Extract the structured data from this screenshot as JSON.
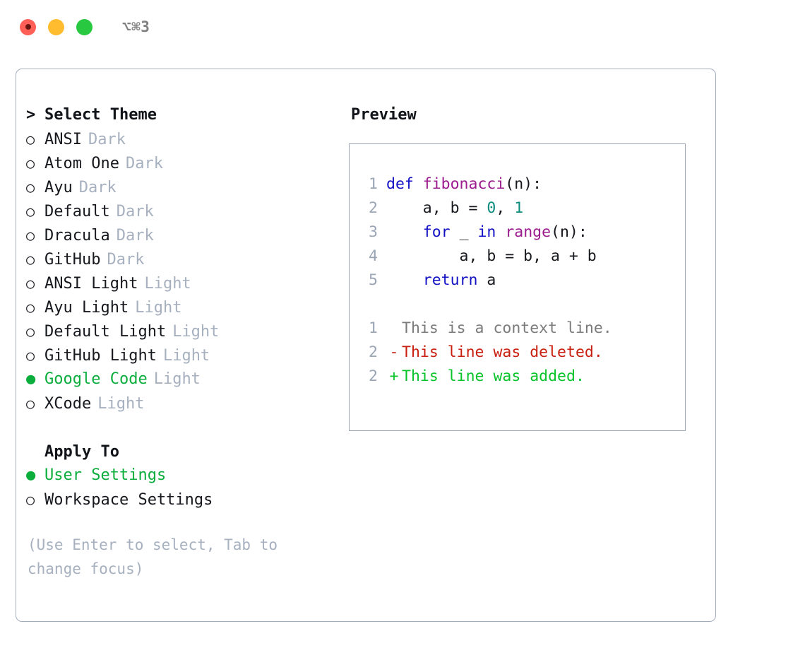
{
  "window": {
    "shortcut": "⌥⌘3",
    "traffic_lights": [
      {
        "name": "close",
        "color": "#ff5f57"
      },
      {
        "name": "minimize",
        "color": "#febc2e"
      },
      {
        "name": "maximize",
        "color": "#28c840"
      }
    ]
  },
  "theme_picker": {
    "heading": "Select Theme",
    "caret": ">",
    "bullet_selected": "●",
    "bullet_unselected": "○",
    "items": [
      {
        "name": "ANSI",
        "tag": "Dark",
        "selected": false
      },
      {
        "name": "Atom One",
        "tag": "Dark",
        "selected": false
      },
      {
        "name": "Ayu",
        "tag": "Dark",
        "selected": false
      },
      {
        "name": "Default",
        "tag": "Dark",
        "selected": false
      },
      {
        "name": "Dracula",
        "tag": "Dark",
        "selected": false
      },
      {
        "name": "GitHub",
        "tag": "Dark",
        "selected": false
      },
      {
        "name": "ANSI Light",
        "tag": "Light",
        "selected": false
      },
      {
        "name": "Ayu Light",
        "tag": "Light",
        "selected": false
      },
      {
        "name": "Default Light",
        "tag": "Light",
        "selected": false
      },
      {
        "name": "GitHub Light",
        "tag": "Light",
        "selected": false
      },
      {
        "name": "Google Code",
        "tag": "Light",
        "selected": true
      },
      {
        "name": "XCode",
        "tag": "Light",
        "selected": false
      }
    ]
  },
  "apply_to": {
    "heading": "Apply To",
    "options": [
      {
        "name": "User Settings",
        "selected": true
      },
      {
        "name": "Workspace Settings",
        "selected": false
      }
    ]
  },
  "hint": "(Use Enter to select, Tab to change focus)",
  "preview": {
    "title": "Preview",
    "code_lines": [
      {
        "num": "1",
        "tokens": [
          {
            "t": "def ",
            "c": "kw"
          },
          {
            "t": "fibonacci",
            "c": "fn"
          },
          {
            "t": "(n):",
            "c": "txt"
          }
        ]
      },
      {
        "num": "2",
        "tokens": [
          {
            "t": "    a, b = ",
            "c": "txt"
          },
          {
            "t": "0",
            "c": "num"
          },
          {
            "t": ", ",
            "c": "txt"
          },
          {
            "t": "1",
            "c": "num"
          }
        ]
      },
      {
        "num": "3",
        "tokens": [
          {
            "t": "    ",
            "c": "txt"
          },
          {
            "t": "for",
            "c": "kw"
          },
          {
            "t": " _ ",
            "c": "txt"
          },
          {
            "t": "in",
            "c": "kw"
          },
          {
            "t": " ",
            "c": "txt"
          },
          {
            "t": "range",
            "c": "fn"
          },
          {
            "t": "(n):",
            "c": "txt"
          }
        ]
      },
      {
        "num": "4",
        "tokens": [
          {
            "t": "        a, b = b, a + b",
            "c": "txt"
          }
        ]
      },
      {
        "num": "5",
        "tokens": [
          {
            "t": "    ",
            "c": "txt"
          },
          {
            "t": "return",
            "c": "kw"
          },
          {
            "t": " a",
            "c": "txt"
          }
        ]
      }
    ],
    "diff_lines": [
      {
        "num": "1",
        "mark": "",
        "text": "This is a context line.",
        "kind": "ctx"
      },
      {
        "num": "2",
        "mark": "-",
        "text": "This line was deleted.",
        "kind": "del"
      },
      {
        "num": "2",
        "mark": "+",
        "text": "This line was added.",
        "kind": "add"
      }
    ]
  },
  "colors": {
    "accent_green": "#0bad3d",
    "muted": "#a7b0bf",
    "border": "#a3aebd",
    "keyword": "#1212c4",
    "function": "#9b1c8e",
    "number": "#0d8c7e",
    "deleted": "#c91f10",
    "added": "#08c42a"
  }
}
